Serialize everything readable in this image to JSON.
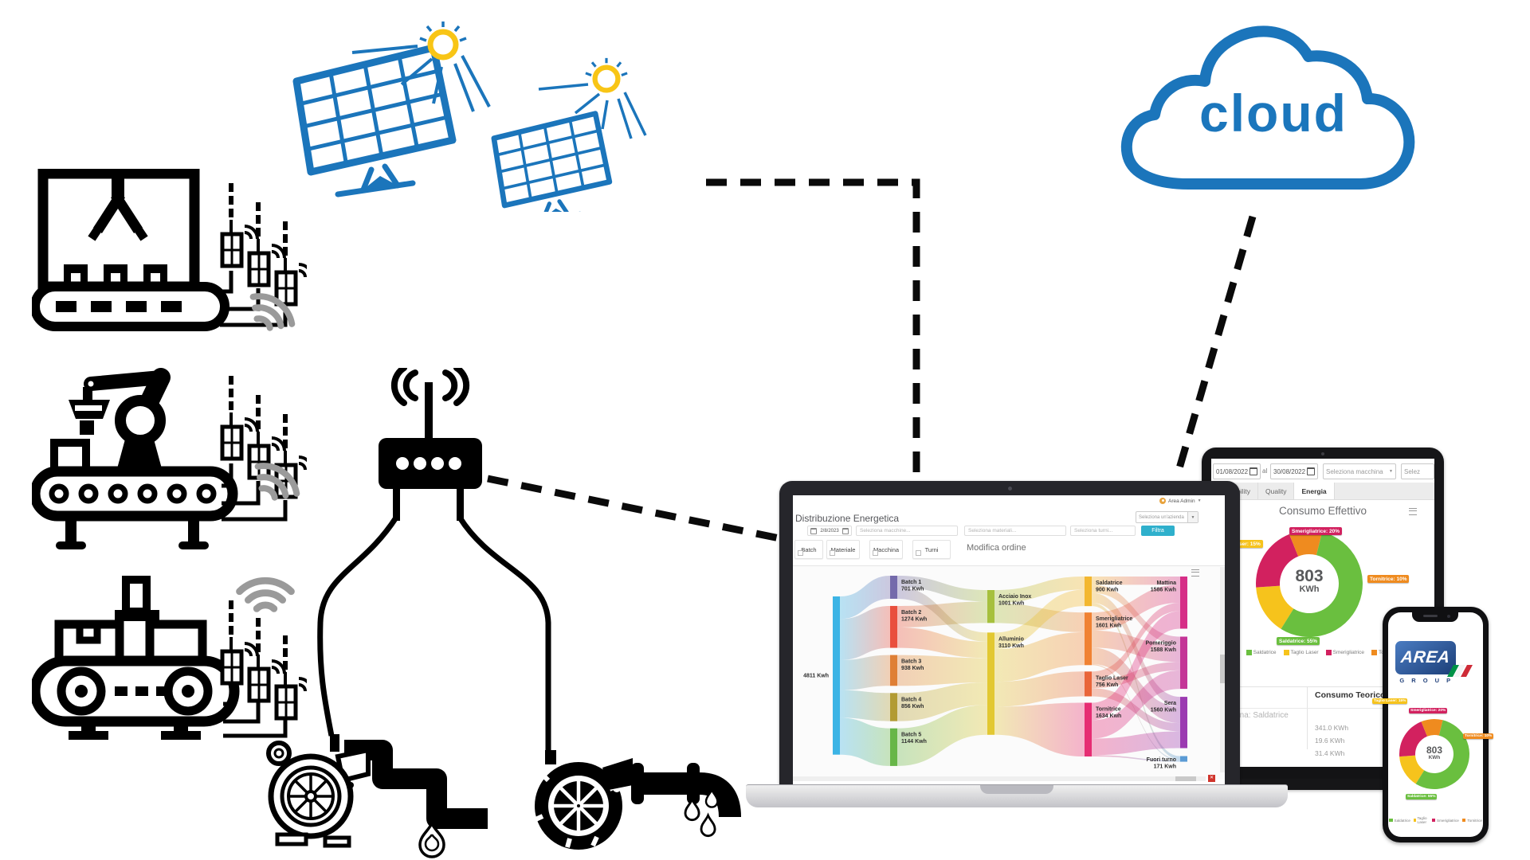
{
  "diagram": {
    "cloud_label": "cloud"
  },
  "laptop": {
    "title": "Distribuzione Energetica",
    "user_menu": "Area Admin",
    "company_placeholder": "Seleziona un'azienda",
    "date_value": "2/8/2023",
    "machines_placeholder": "Seleziona macchine...",
    "materials_placeholder": "Seleziona materiali...",
    "shifts_placeholder": "Seleziona turni...",
    "filter_button": "Filtra",
    "chips": [
      "Batch",
      "Materiale",
      "Macchina",
      "Turni"
    ],
    "order_label": "Modifica ordine"
  },
  "tablet": {
    "date_from": "01/08/2022",
    "date_separator": "al",
    "date_to": "30/08/2022",
    "machine_placeholder": "Seleziona macchina",
    "second_select": "Selez",
    "tabs": [
      "Availability",
      "Quality",
      "Energia"
    ],
    "chart_title": "Consumo Effettivo",
    "table_header": "Consumo Teorico",
    "table_group": "Macchina: Saldatrice",
    "table_values": [
      "341.0 KWh",
      "19.6 KWh",
      "31.4 KWh"
    ]
  },
  "phone": {
    "logo_text": "AREA",
    "logo_subtext": "G R O U P"
  },
  "chart_data": [
    {
      "type": "sankey",
      "title": "Distribuzione Energetica",
      "unit": "Kwh",
      "nodes": [
        {
          "id": "total",
          "label": "",
          "value": 4811,
          "col": 0,
          "color": "#3cb4e5"
        },
        {
          "id": "b1",
          "label": "Batch 1",
          "value": 701,
          "col": 1,
          "color": "#746aab"
        },
        {
          "id": "b2",
          "label": "Batch 2",
          "value": 1274,
          "col": 1,
          "color": "#e94f3d"
        },
        {
          "id": "b3",
          "label": "Batch 3",
          "value": 938,
          "col": 1,
          "color": "#df7f35"
        },
        {
          "id": "b4",
          "label": "Batch 4",
          "value": 856,
          "col": 1,
          "color": "#b29b33"
        },
        {
          "id": "b5",
          "label": "Batch 5",
          "value": 1144,
          "col": 1,
          "color": "#67b648"
        },
        {
          "id": "inox",
          "label": "Acciaio Inox",
          "value": 1001,
          "col": 2,
          "color": "#a6c03d"
        },
        {
          "id": "allu",
          "label": "Alluminio",
          "value": 3110,
          "col": 2,
          "color": "#e2c832"
        },
        {
          "id": "sald",
          "label": "Saldatrice",
          "value": 900,
          "col": 3,
          "color": "#f3b730"
        },
        {
          "id": "smer",
          "label": "Smerigliatrice",
          "value": 1601,
          "col": 3,
          "color": "#f08233"
        },
        {
          "id": "tagl",
          "label": "Taglio Laser",
          "value": 756,
          "col": 3,
          "color": "#e9653a"
        },
        {
          "id": "torn",
          "label": "Tornitrice",
          "value": 1634,
          "col": 3,
          "color": "#e62d73"
        },
        {
          "id": "matt",
          "label": "Mattina",
          "value": 1586,
          "col": 4,
          "color": "#d62e87"
        },
        {
          "id": "pome",
          "label": "Pomeriggio",
          "value": 1588,
          "col": 4,
          "color": "#c43597"
        },
        {
          "id": "sera",
          "label": "Sera",
          "value": 1560,
          "col": 4,
          "color": "#9b3ab1"
        },
        {
          "id": "fuor",
          "label": "Fuori turno",
          "value": 171,
          "col": 4,
          "color": "#5b9bd5"
        }
      ],
      "links": [
        [
          "total",
          "b1",
          701
        ],
        [
          "total",
          "b2",
          1274
        ],
        [
          "total",
          "b3",
          938
        ],
        [
          "total",
          "b4",
          856
        ],
        [
          "total",
          "b5",
          1144
        ],
        [
          "b1",
          "inox",
          350
        ],
        [
          "b1",
          "allu",
          351
        ],
        [
          "b2",
          "inox",
          651
        ],
        [
          "b2",
          "allu",
          623
        ],
        [
          "b3",
          "allu",
          938
        ],
        [
          "b4",
          "allu",
          856
        ],
        [
          "b5",
          "allu",
          1144
        ],
        [
          "inox",
          "sald",
          400
        ],
        [
          "inox",
          "smer",
          601
        ],
        [
          "allu",
          "sald",
          500
        ],
        [
          "allu",
          "smer",
          1000
        ],
        [
          "allu",
          "tagl",
          756
        ],
        [
          "allu",
          "torn",
          854
        ],
        [
          "sald",
          "matt",
          250
        ],
        [
          "sald",
          "pome",
          250
        ],
        [
          "sald",
          "sera",
          300
        ],
        [
          "sald",
          "fuor",
          100
        ],
        [
          "smer",
          "matt",
          550
        ],
        [
          "smer",
          "pome",
          520
        ],
        [
          "smer",
          "sera",
          500
        ],
        [
          "smer",
          "fuor",
          31
        ],
        [
          "tagl",
          "matt",
          250
        ],
        [
          "tagl",
          "pome",
          256
        ],
        [
          "tagl",
          "sera",
          250
        ],
        [
          "torn",
          "matt",
          536
        ],
        [
          "torn",
          "pome",
          562
        ],
        [
          "torn",
          "sera",
          510
        ],
        [
          "torn",
          "fuor",
          40
        ]
      ]
    },
    {
      "type": "donut",
      "title": "Consumo Effettivo",
      "center_value": "803",
      "center_unit": "KWh",
      "slices": [
        {
          "label": "Saldatrice",
          "pct": 55,
          "color": "#6abf3f"
        },
        {
          "label": "Taglio Laser",
          "pct": 15,
          "color": "#f6c31c"
        },
        {
          "label": "Smerigliatrice",
          "pct": 20,
          "color": "#d2215f"
        },
        {
          "label": "Tornitrice",
          "pct": 10,
          "color": "#ef8b1f"
        }
      ],
      "legend": [
        "Saldatrice",
        "Taglio Laser",
        "Smerigliatrice",
        "Tornitrice"
      ]
    }
  ]
}
